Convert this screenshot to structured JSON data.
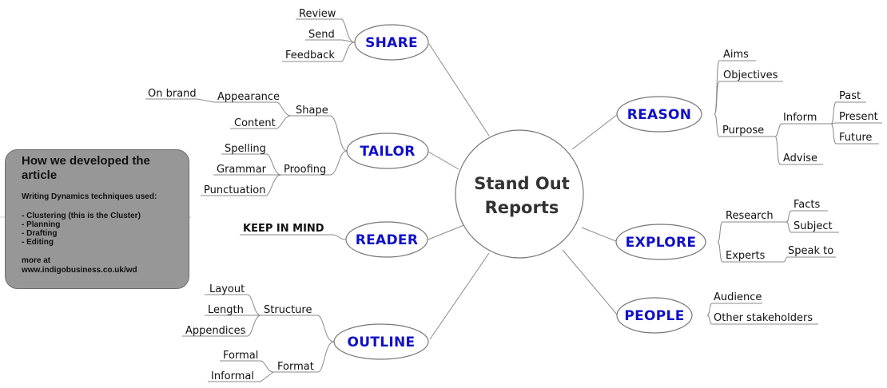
{
  "center": {
    "line1": "Stand Out",
    "line2": "Reports"
  },
  "branches": {
    "share": {
      "label": "SHARE",
      "leaves": [
        "Review",
        "Send",
        "Feedback"
      ]
    },
    "tailor": {
      "label": "TAILOR",
      "shape": {
        "label": "Shape",
        "appearance": "Appearance",
        "on_brand": "On brand",
        "content": "Content"
      },
      "proofing": {
        "label": "Proofing",
        "leaves": [
          "Spelling",
          "Grammar",
          "Punctuation"
        ]
      }
    },
    "reader": {
      "label": "READER",
      "note": "KEEP IN MIND"
    },
    "outline": {
      "label": "OUTLINE",
      "structure": {
        "label": "Structure",
        "leaves": [
          "Layout",
          "Length",
          "Appendices"
        ]
      },
      "format": {
        "label": "Format",
        "leaves": [
          "Formal",
          "Informal"
        ]
      }
    },
    "reason": {
      "label": "REASON",
      "aims": "Aims",
      "objectives": "Objectives",
      "purpose": {
        "label": "Purpose",
        "inform": {
          "label": "Inform",
          "leaves": [
            "Past",
            "Present",
            "Future"
          ]
        },
        "advise": "Advise"
      }
    },
    "explore": {
      "label": "EXPLORE",
      "research": {
        "label": "Research",
        "leaves": [
          "Facts",
          "Subject"
        ]
      },
      "experts": {
        "label": "Experts",
        "speak_to": "Speak to"
      }
    },
    "people": {
      "label": "PEOPLE",
      "leaves": [
        "Audience",
        "Other stakeholders"
      ]
    }
  },
  "info_box": {
    "title": "How we developed the article",
    "subtitle": "Writing Dynamics techniques used:",
    "items": [
      "- Clustering (this is the Cluster)",
      "- Planning",
      "- Drafting",
      "- Editing"
    ],
    "footer_line1": "more at",
    "footer_line2": "www.indigobusiness.co.uk/wd"
  }
}
